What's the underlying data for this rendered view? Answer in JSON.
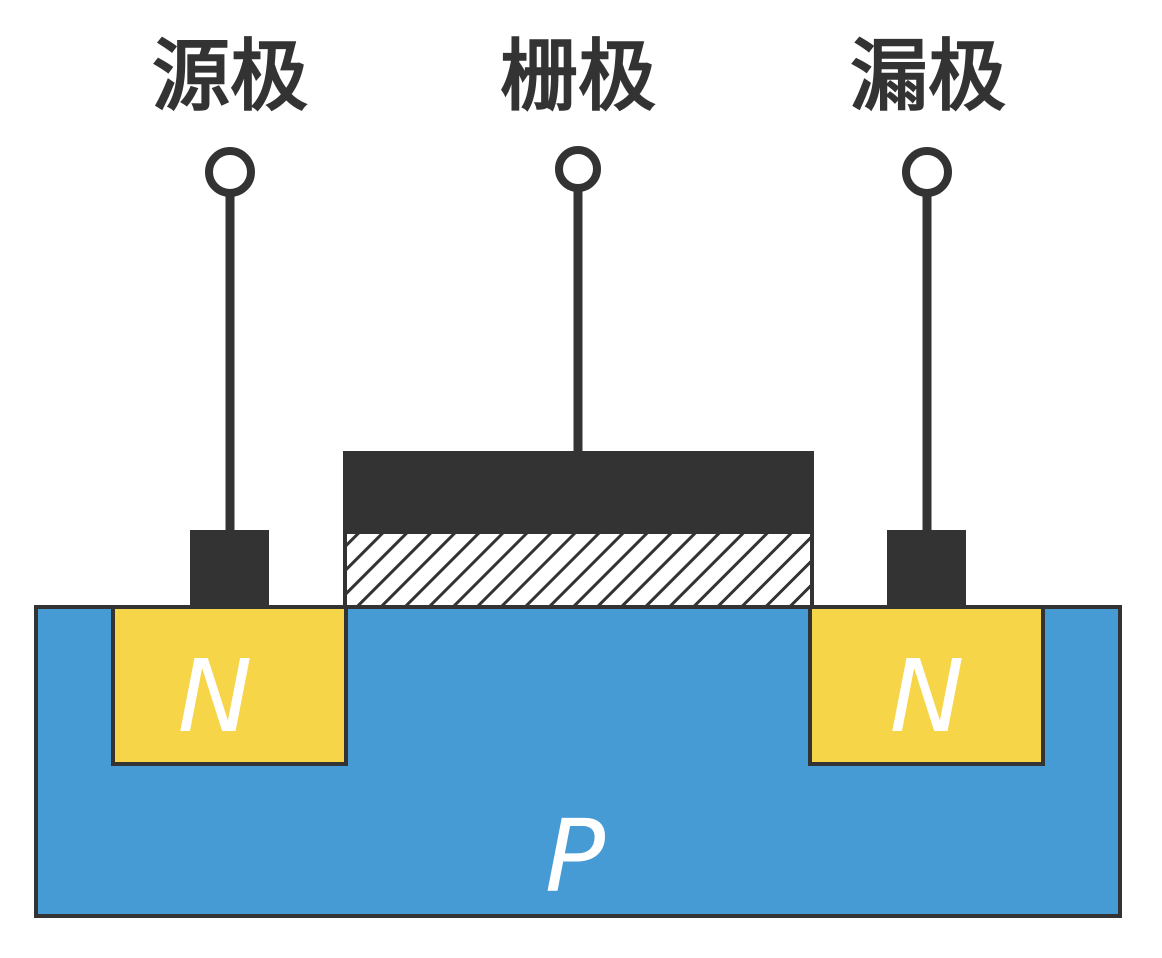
{
  "terminals": {
    "source": "源极",
    "gate": "栅极",
    "drain": "漏极"
  },
  "regions": {
    "source_doping": "N",
    "drain_doping": "N",
    "substrate": "P"
  },
  "colors": {
    "substrate": "#479BD5",
    "n_region": "#F7D548",
    "metal": "#333333",
    "outline": "#333333",
    "oxide_background": "#ffffff",
    "label_text": "#ffffff"
  }
}
